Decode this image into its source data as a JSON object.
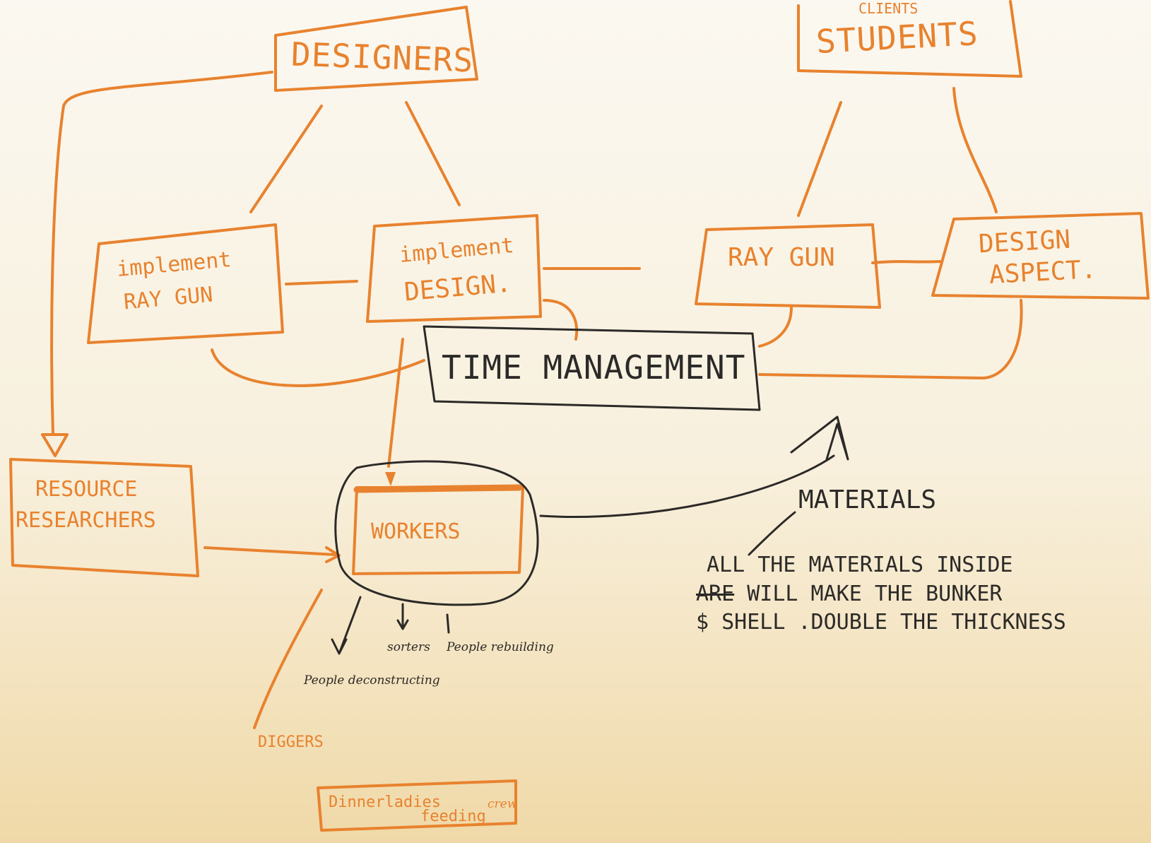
{
  "diagram": {
    "nodes": {
      "designers": "DESIGNERS",
      "clients_students_top": "CLIENTS",
      "clients_students": "STUDENTS",
      "implement_ray_gun_line1": "implement",
      "implement_ray_gun_line2": "RAY GUN",
      "implement_design_line1": "implement",
      "implement_design_line2": "DESIGN.",
      "ray_gun": "RAY GUN",
      "design_aspect_line1": "DESIGN",
      "design_aspect_line2": "ASPECT.",
      "time_management": "TIME MANAGEMENT",
      "resource_researchers_line1": "RESOURCE",
      "resource_researchers_line2": "RESEARCHERS",
      "workers": "WORKERS",
      "materials": "MATERIALS",
      "diggers": "DIGGERS",
      "dinnerladies_line1": "Dinnerladies",
      "dinnerladies_line2": "feeding",
      "dinnerladies_line3": "crew"
    },
    "notes": {
      "materials_note_line1": "ALL THE MATERIALS INSIDE",
      "materials_note_line2_struck": "ARE",
      "materials_note_line2": " WILL MAKE THE BUNKER",
      "materials_note_line3": "$ SHELL .DOUBLE THE THICKNESS",
      "people_deconstructing": "People deconstructing",
      "sorters": "sorters",
      "people_rebuilding": "People rebuilding"
    },
    "colors": {
      "marker_orange": "#e8822e",
      "marker_black": "#2c2a28"
    }
  }
}
